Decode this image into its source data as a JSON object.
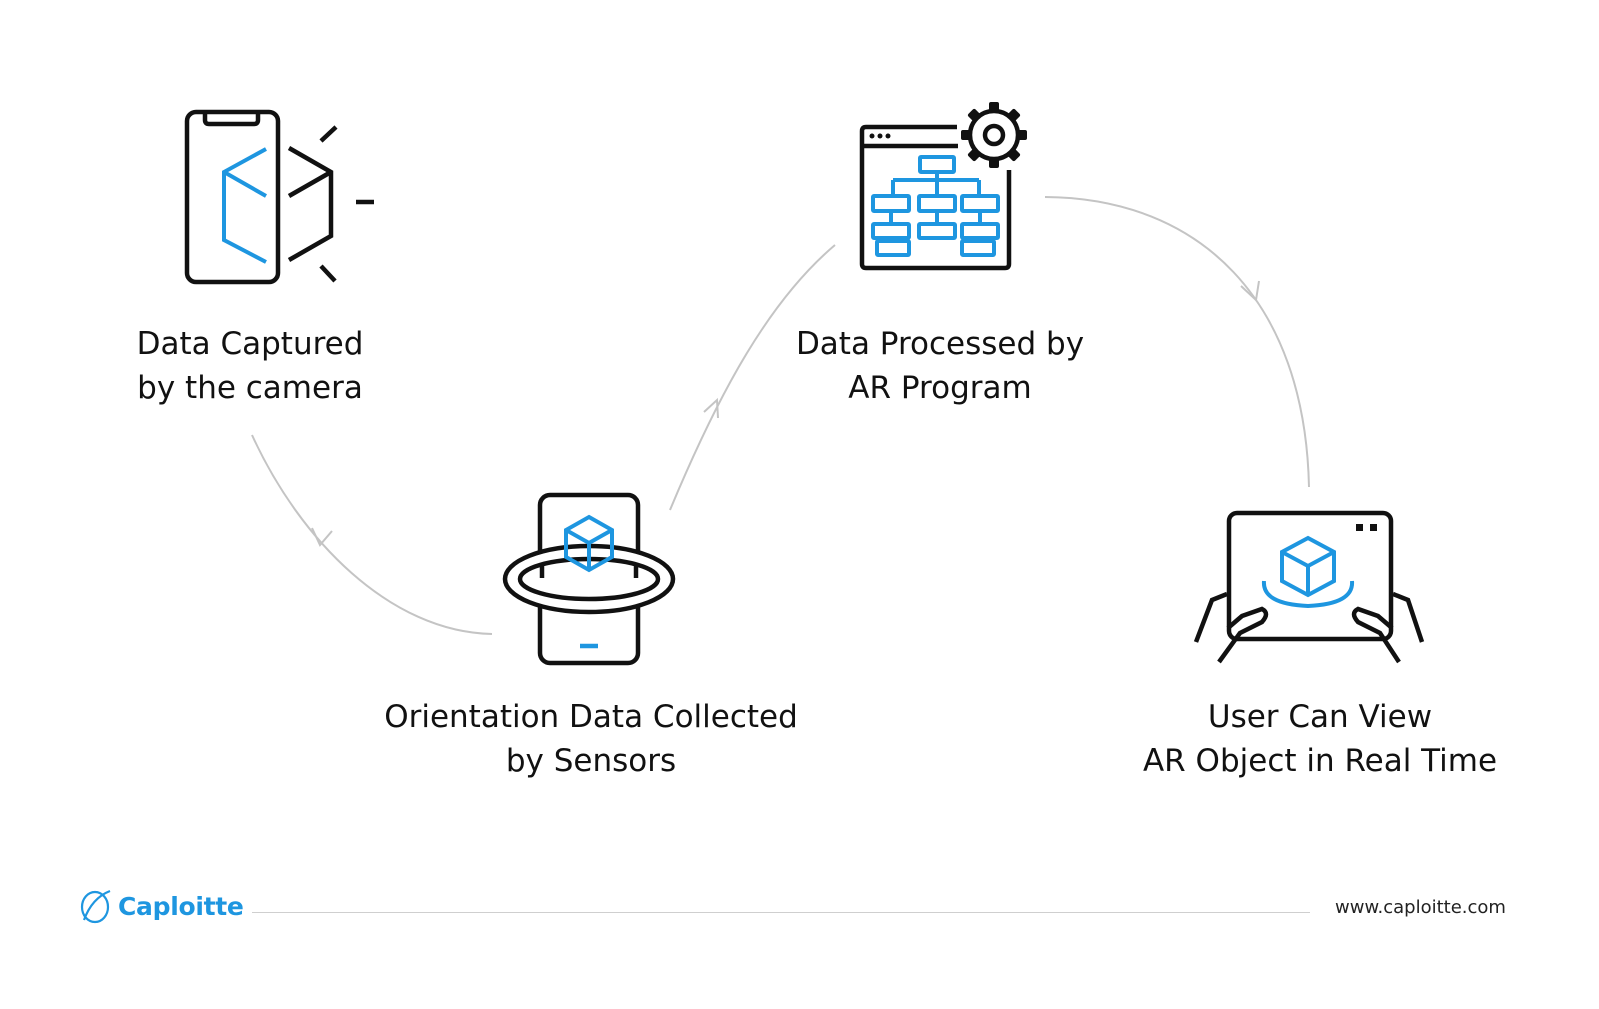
{
  "steps": [
    {
      "id": "capture",
      "line1": "Data Captured",
      "line2": "by the camera",
      "icon": "phone-camera-icon"
    },
    {
      "id": "sensors",
      "line1": "Orientation Data Collected",
      "line2": "by Sensors",
      "icon": "phone-sensor-ring-icon"
    },
    {
      "id": "process",
      "line1": "Data Processed by",
      "line2": "AR Program",
      "icon": "program-flowchart-gear-icon"
    },
    {
      "id": "view",
      "line1": "User Can View",
      "line2": "AR Object in Real Time",
      "icon": "tablet-hands-ar-icon"
    }
  ],
  "footer": {
    "brand": "Caploitte",
    "website": "www.caploitte.com"
  },
  "colors": {
    "accent": "#1e96e0",
    "stroke": "#111111",
    "connector": "#c4c4c4"
  }
}
